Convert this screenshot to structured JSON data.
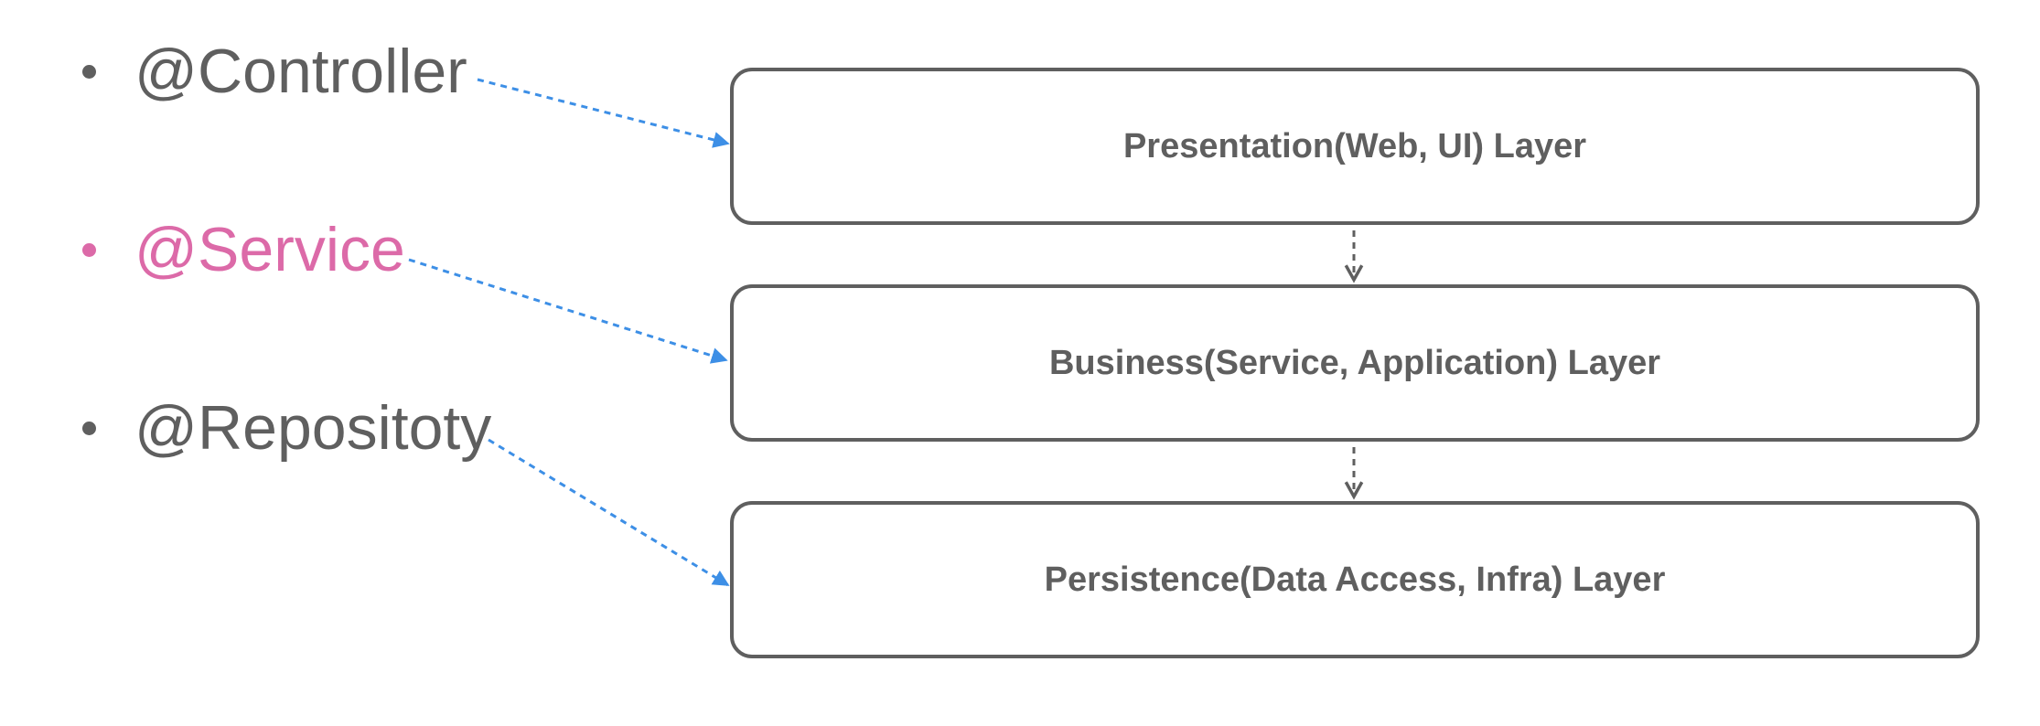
{
  "annotations": [
    {
      "label": "@Controller",
      "color": "#5f5f5f"
    },
    {
      "label": "@Service",
      "color": "#dc6aa8"
    },
    {
      "label": "@Repositoty",
      "color": "#5f5f5f"
    }
  ],
  "layers": [
    {
      "label": "Presentation(Web, UI) Layer"
    },
    {
      "label": "Business(Service, Application) Layer"
    },
    {
      "label": "Persistence(Data Access, Infra) Layer"
    }
  ],
  "colors": {
    "text": "#5f5f5f",
    "accent": "#dc6aa8",
    "connector": "#3d8fe6",
    "box_border": "#5f5f5f"
  }
}
